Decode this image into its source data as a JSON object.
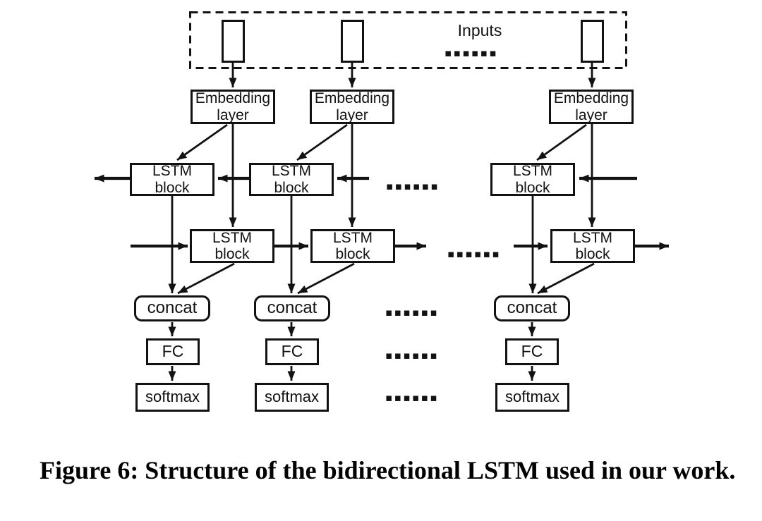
{
  "figure": {
    "inputs": {
      "label": "Inputs",
      "ellipsis": "▪▪▪▪▪▪"
    },
    "columns": [
      {
        "embedding": [
          "Embedding",
          "layer"
        ],
        "lstm_backward": [
          "LSTM",
          "block"
        ],
        "lstm_forward": [
          "LSTM",
          "block"
        ],
        "concat_label": "concat",
        "fc_label": "FC",
        "softmax_label": "softmax"
      },
      {
        "embedding": [
          "Embedding",
          "layer"
        ],
        "lstm_backward": [
          "LSTM",
          "block"
        ],
        "lstm_forward": [
          "LSTM",
          "block"
        ],
        "concat_label": "concat",
        "fc_label": "FC",
        "softmax_label": "softmax"
      },
      {
        "embedding": [
          "Embedding",
          "layer"
        ],
        "lstm_backward": [
          "LSTM",
          "block"
        ],
        "lstm_forward": [
          "LSTM",
          "block"
        ],
        "concat_label": "concat",
        "fc_label": "FC",
        "softmax_label": "softmax"
      }
    ],
    "ellipses": {
      "backward_row": "▪▪▪▪▪▪",
      "forward_row": "▪▪▪▪▪▪",
      "concat_row": "▪▪▪▪▪▪",
      "fc_row": "▪▪▪▪▪▪",
      "softmax_row": "▪▪▪▪▪▪"
    },
    "colors": {
      "ink": "#121212",
      "background": "#ffffff"
    }
  },
  "caption": {
    "text": "Figure 6: Structure of the bidirectional LSTM used in our work."
  }
}
